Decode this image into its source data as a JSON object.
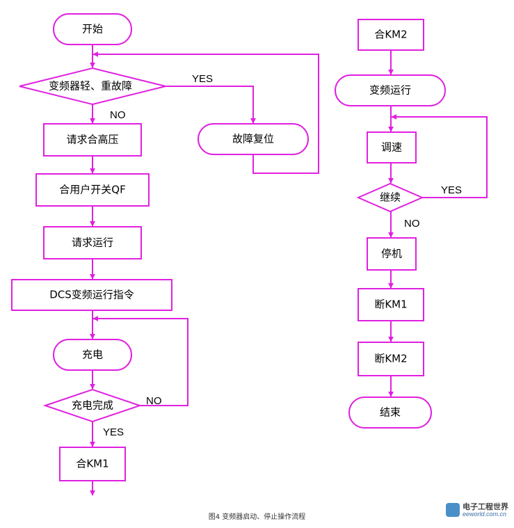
{
  "colors": {
    "stroke": "#e020e0",
    "text": "#000000",
    "background": "#ffffff"
  },
  "nodes": {
    "start": "开始",
    "fault_check": "变频器轻、重故障",
    "request_hv": "请求合高压",
    "user_switch": "合用户开关QF",
    "request_run": "请求运行",
    "dcs_cmd": "DCS变频运行指令",
    "charge": "充电",
    "charge_done": "充电完成",
    "close_km1": "合KM1",
    "fault_reset": "故障复位",
    "close_km2": "合KM2",
    "vfd_running": "变频运行",
    "speed_adjust": "调速",
    "continue_check": "继续",
    "shutdown": "停机",
    "open_km1": "断KM1",
    "open_km2": "断KM2",
    "end": "结束"
  },
  "edge_labels": {
    "fault_yes": "YES",
    "fault_no": "NO",
    "charge_no": "NO",
    "charge_yes": "YES",
    "continue_yes": "YES",
    "continue_no": "NO"
  },
  "caption": "图4  变频器启动、停止操作流程",
  "watermark": {
    "name": "电子工程世界",
    "site": "eeworld.com.cn"
  }
}
